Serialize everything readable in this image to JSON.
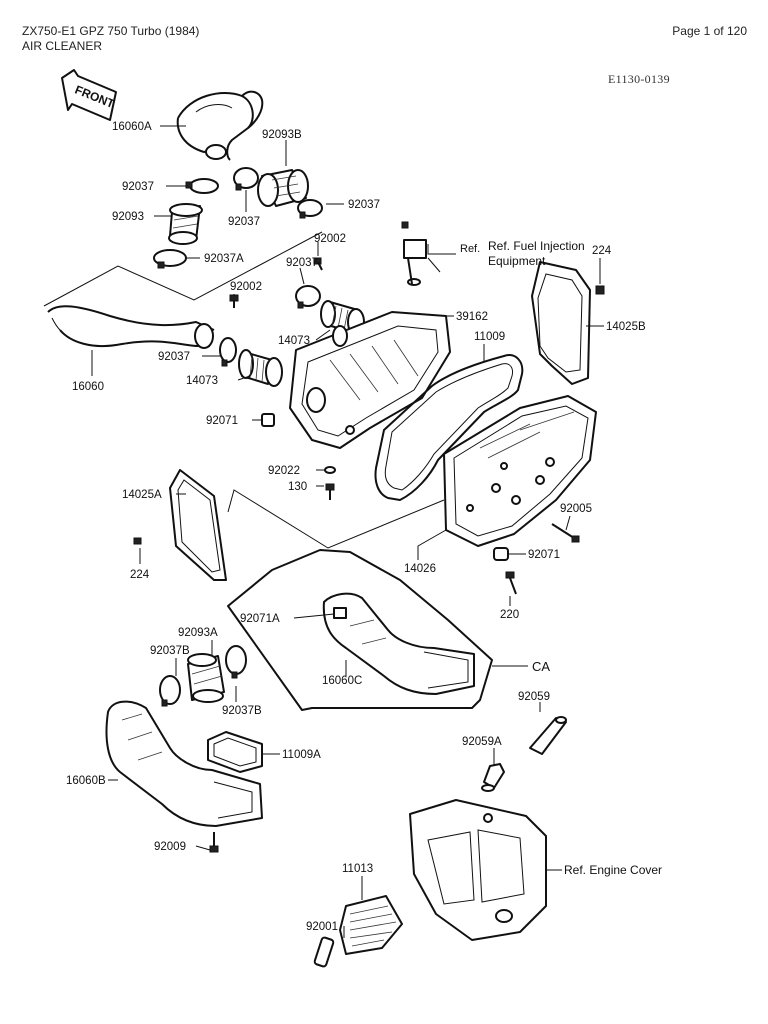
{
  "header": {
    "model": "ZX750-E1 GPZ 750 Turbo (1984)",
    "section": "AIR CLEANER",
    "page": "Page 1 of 120"
  },
  "diagram_ref": "E1130-0139",
  "front_badge": "FRONT",
  "labels": {
    "l16060A": "16060A",
    "l92093B": "92093B",
    "l92037_a": "92037",
    "l92037_b": "92037",
    "l92037_c": "92037",
    "l92093": "92093",
    "l92037A": "92037A",
    "l92002_a": "92002",
    "l92037_d": "92037",
    "l92002_b": "92002",
    "l14073_a": "14073",
    "l39162": "39162",
    "l92037_e": "92037",
    "l14073_b": "14073",
    "l16060": "16060",
    "l11009": "11009",
    "lRefFuel1": "Ref. Fuel Injection",
    "lRefFuel2": "Equipment",
    "l224_a": "224",
    "l14025B": "14025B",
    "l92071_a": "92071",
    "l92022": "92022",
    "l130": "130",
    "l14025A": "14025A",
    "l224_b": "224",
    "l92005": "92005",
    "l14026": "14026",
    "l92071_b": "92071",
    "l220": "220",
    "l92071A": "92071A",
    "l92093A": "92093A",
    "l92037B_a": "92037B",
    "l16060C": "16060C",
    "lCA": "CA",
    "l92037B_b": "92037B",
    "l92059": "92059",
    "l11009A": "11009A",
    "l92059A": "92059A",
    "l16060B": "16060B",
    "l92009": "92009",
    "lRefEngine": "Ref. Engine Cover",
    "l11013": "11013",
    "l92001": "92001"
  }
}
